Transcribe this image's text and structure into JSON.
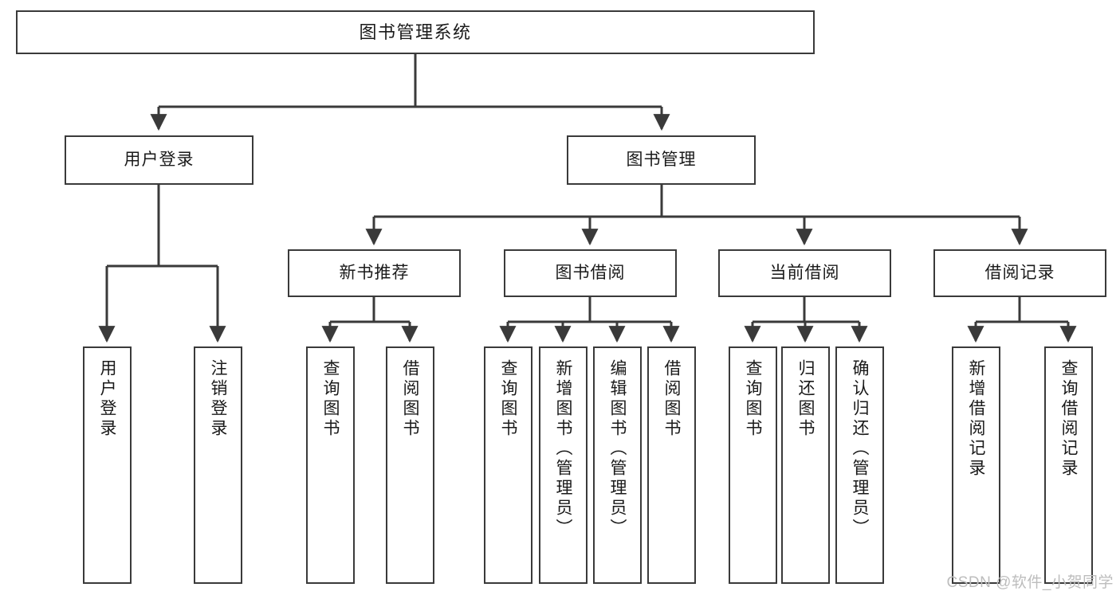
{
  "diagram": {
    "title": "图书管理系统",
    "type": "tree",
    "watermark": "CSDN @软件_小贺同学",
    "colors": {
      "border": "#3a3a3a",
      "background": "#ffffff",
      "text": "#1a1a1a",
      "connector": "#3a3a3a",
      "watermark": "#bdbdbd"
    },
    "root": {
      "label": "图书管理系统"
    },
    "level1": [
      {
        "id": "user-login",
        "label": "用户登录"
      },
      {
        "id": "book-manage",
        "label": "图书管理"
      }
    ],
    "level2": [
      {
        "id": "new-book-rec",
        "label": "新书推荐"
      },
      {
        "id": "book-borrow",
        "label": "图书借阅"
      },
      {
        "id": "current-borrow",
        "label": "当前借阅"
      },
      {
        "id": "borrow-record",
        "label": "借阅记录"
      }
    ],
    "leaves": {
      "user_login": [
        {
          "id": "leaf-user-login",
          "label": "用户登录"
        },
        {
          "id": "leaf-logout-login",
          "label": "注销登录"
        }
      ],
      "new_book_rec": [
        {
          "id": "leaf-query-book-1",
          "label": "查询图书"
        },
        {
          "id": "leaf-borrow-book-1",
          "label": "借阅图书"
        }
      ],
      "book_borrow": [
        {
          "id": "leaf-query-book-2",
          "label": "查询图书"
        },
        {
          "id": "leaf-add-book",
          "label": "新增图书（管理员）"
        },
        {
          "id": "leaf-edit-book",
          "label": "编辑图书（管理员）"
        },
        {
          "id": "leaf-borrow-book-2",
          "label": "借阅图书"
        }
      ],
      "current_borrow": [
        {
          "id": "leaf-query-book-3",
          "label": "查询图书"
        },
        {
          "id": "leaf-return-book",
          "label": "归还图书"
        },
        {
          "id": "leaf-confirm-return",
          "label": "确认归还（管理员）"
        }
      ],
      "borrow_record": [
        {
          "id": "leaf-add-record",
          "label": "新增借阅记录"
        },
        {
          "id": "leaf-query-record",
          "label": "查询借阅记录"
        }
      ]
    }
  }
}
